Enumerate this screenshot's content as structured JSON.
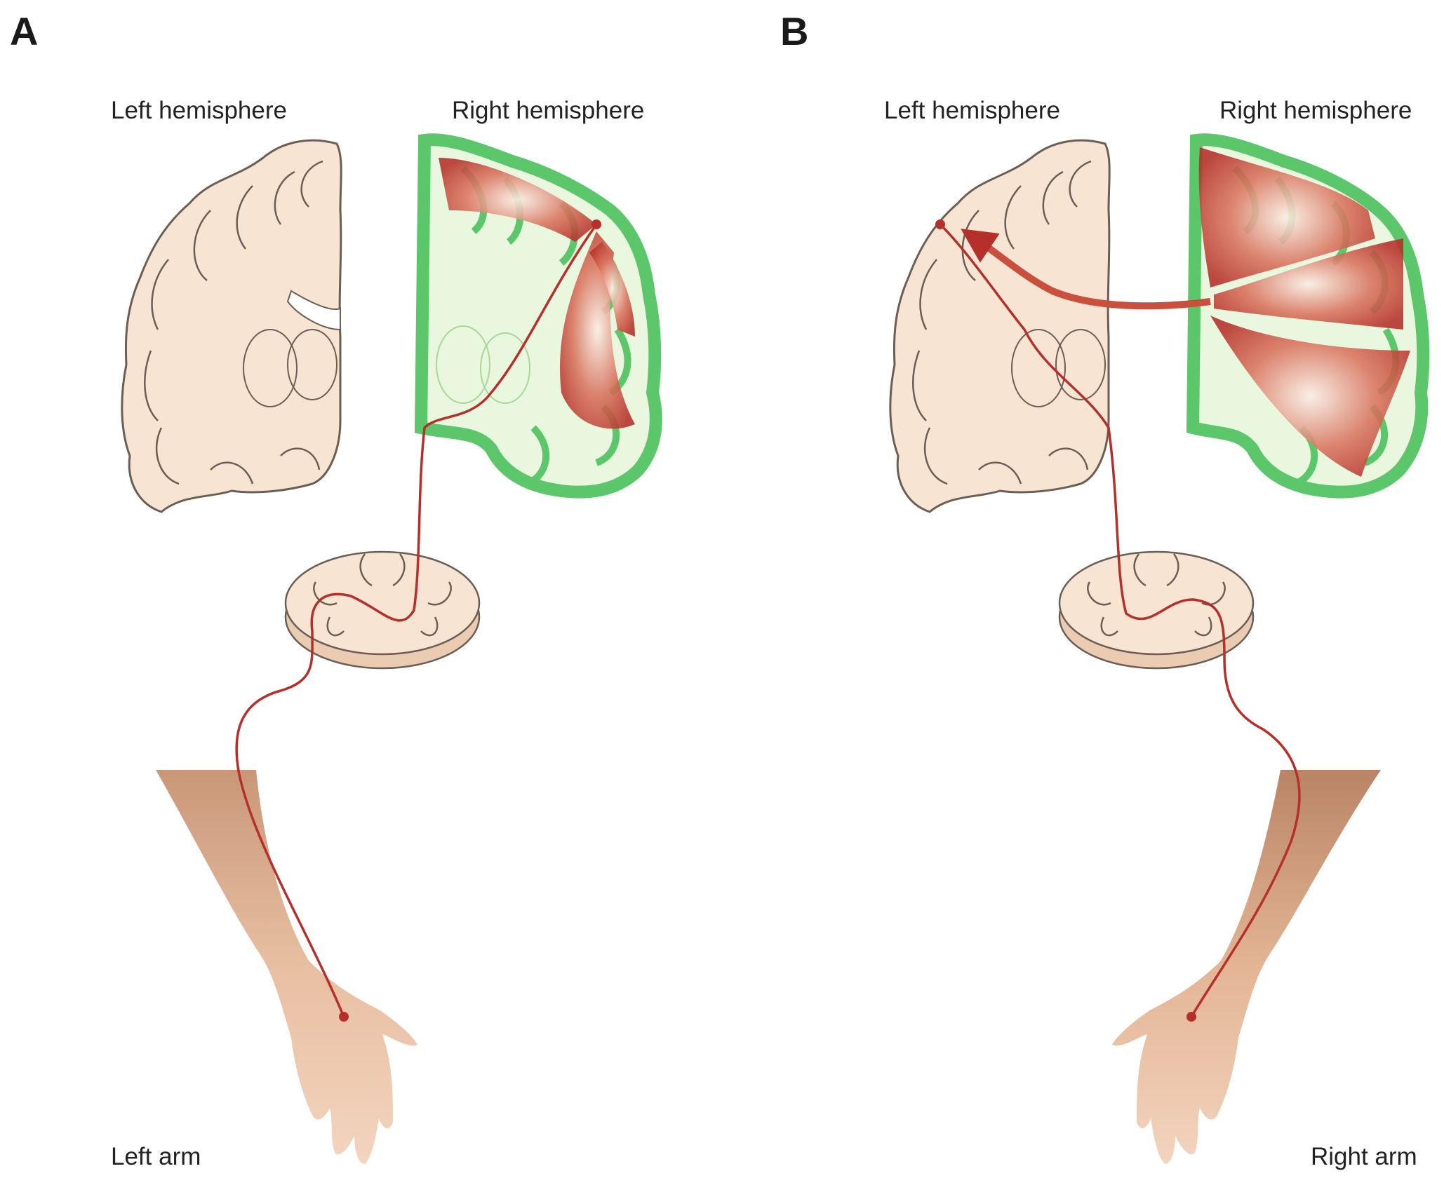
{
  "panels": [
    {
      "letter": "A",
      "labels": {
        "left_hemisphere": "Left hemisphere",
        "right_hemisphere": "Right hemisphere",
        "arm": "Left arm"
      }
    },
    {
      "letter": "B",
      "labels": {
        "left_hemisphere": "Left hemisphere",
        "right_hemisphere": "Right hemisphere",
        "arm": "Right arm"
      }
    }
  ],
  "colors": {
    "pathway": "#b5302a",
    "tissue": "#f7e4d2",
    "tissue_outline": "#6b5f55",
    "lesion_green": "#5cc76a",
    "lesion_fill": "#e9f7de",
    "arrow_fill": "#c9503c",
    "skin": "#e8bfa2"
  }
}
